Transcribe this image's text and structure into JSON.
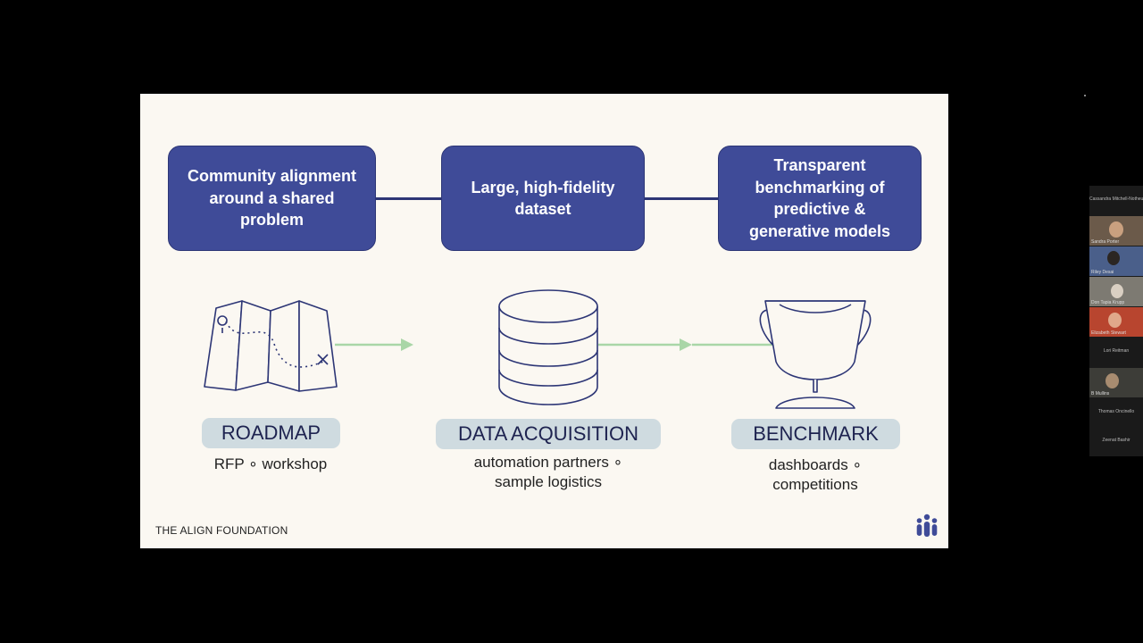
{
  "slide": {
    "boxes": [
      "Community alignment around a shared problem",
      "Large, high-fidelity dataset",
      "Transparent benchmarking of predictive & generative models"
    ],
    "stages": [
      {
        "label": "ROADMAP",
        "sub": "RFP  ∘  workshop",
        "icon": "map-icon"
      },
      {
        "label": "DATA ACQUISITION",
        "sub": "automation partners  ∘\nsample logistics",
        "icon": "database-icon"
      },
      {
        "label": "BENCHMARK",
        "sub": "dashboards  ∘\ncompetitions",
        "icon": "trophy-icon"
      }
    ],
    "footer": "THE ALIGN FOUNDATION",
    "logo": "align-foundation-logo-icon",
    "colors": {
      "box": "#3f4b98",
      "arrow": "#a9d6a7",
      "pill": "#cfdbe0",
      "background": "#fbf8f2"
    }
  },
  "participants": [
    {
      "name": "Cassandra Mitchell-Notheus",
      "video": false
    },
    {
      "name": "Sandra Porter",
      "video": true
    },
    {
      "name": "Riley Desai",
      "video": true
    },
    {
      "name": "Don Tapia Krupp",
      "video": true
    },
    {
      "name": "Elizabeth Stewart",
      "video": true
    },
    {
      "name": "Lori Reitman",
      "video": false
    },
    {
      "name": "B Mullins",
      "video": true
    },
    {
      "name": "Thomas Oncinello",
      "video": false
    },
    {
      "name": "Zeenat Bashir",
      "video": false
    }
  ]
}
